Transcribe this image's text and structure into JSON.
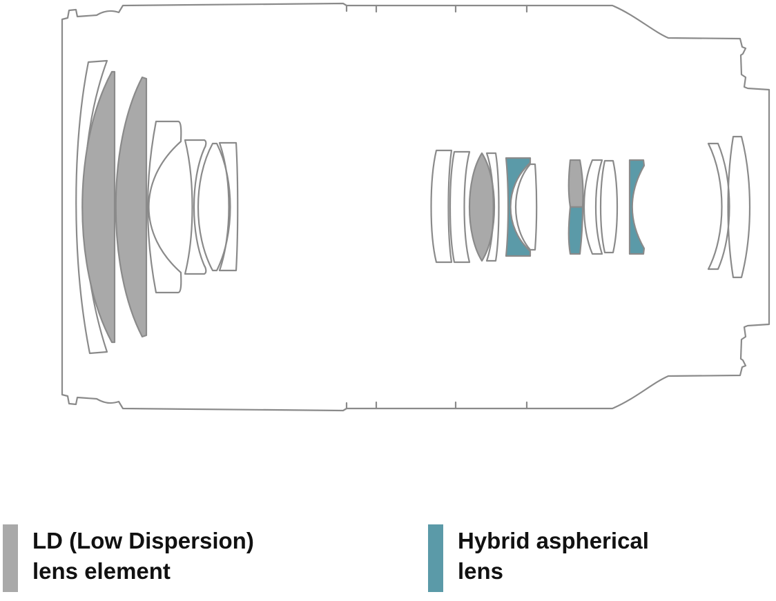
{
  "colors": {
    "outline": "#8a8a8a",
    "ld_fill": "#a9a9a9",
    "hybrid_fill": "#5b9aa8",
    "background": "#ffffff"
  },
  "legend": {
    "ld": {
      "line1": "LD (Low Dispersion)",
      "line2": "lens element",
      "color": "#a9a9a9"
    },
    "hybrid": {
      "line1": "Hybrid aspherical",
      "line2": "lens",
      "color": "#5b9aa8"
    }
  },
  "elements": {
    "ld_count": 4,
    "hybrid_count": 3,
    "plain_count": 13
  }
}
